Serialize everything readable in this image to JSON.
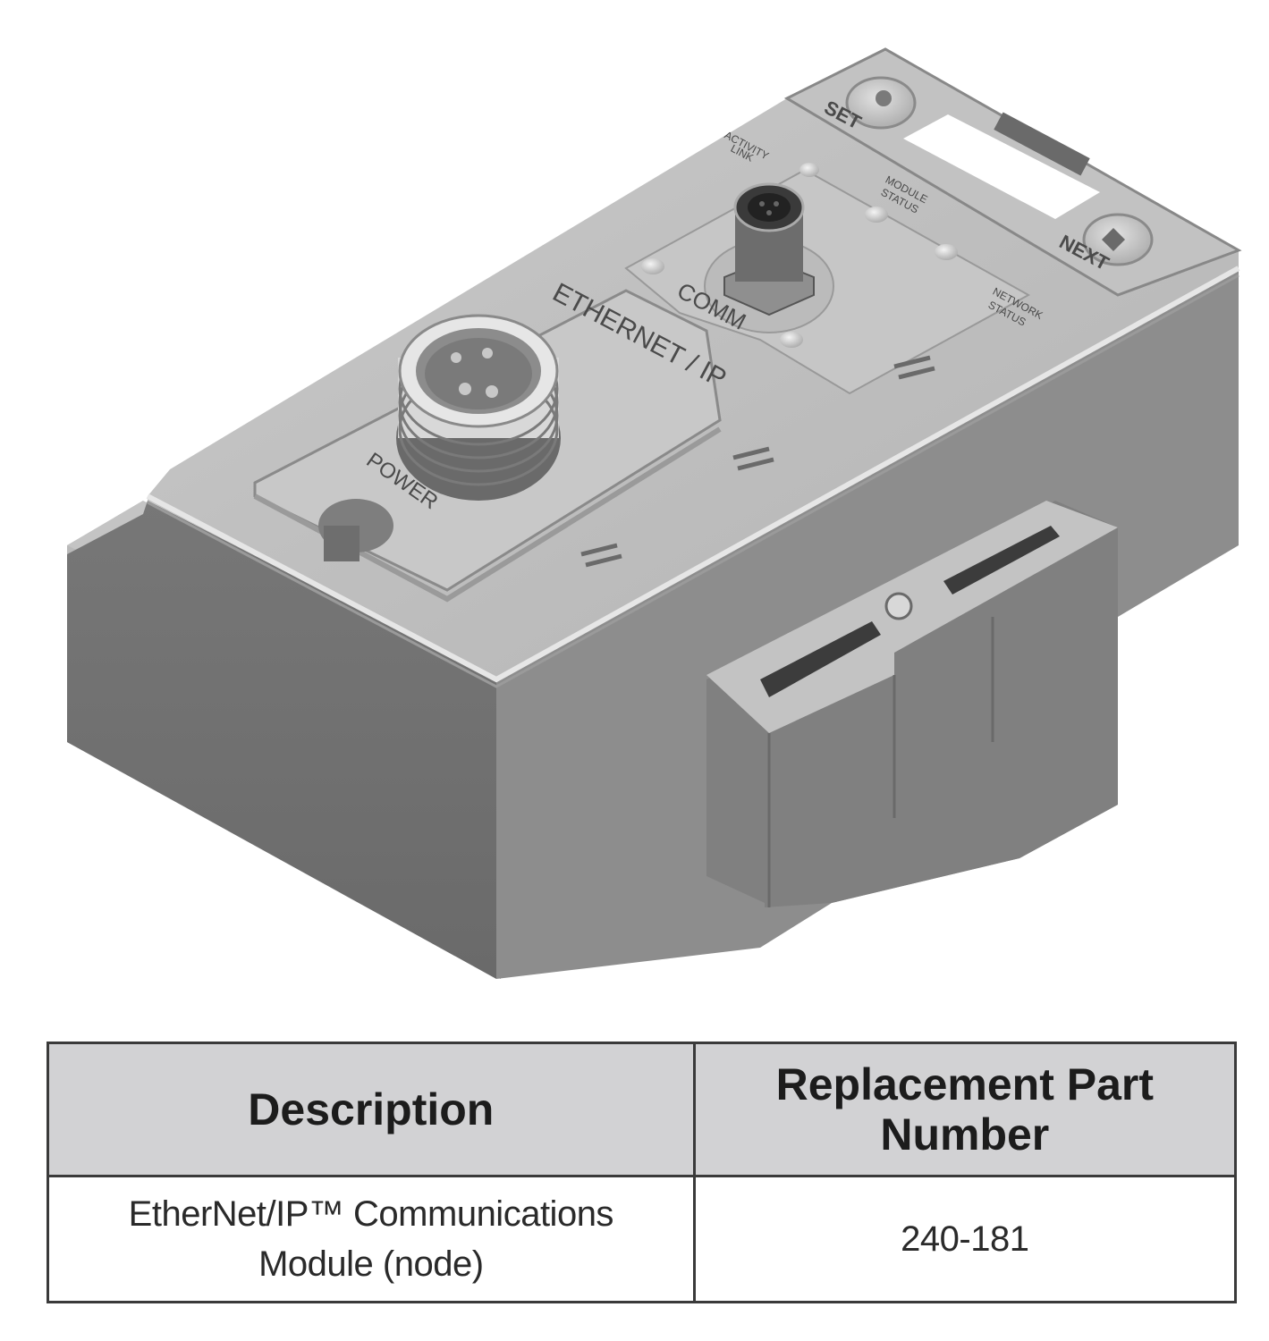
{
  "figure": {
    "subject": "EtherNet/IP communications module (isometric product illustration)",
    "device_labels": {
      "set_button": "SET",
      "next_button": "NEXT",
      "activity_link": [
        "ACTIVITY",
        "LINK"
      ],
      "module_status": [
        "MODULE",
        "STATUS"
      ],
      "network_status": [
        "NETWORK",
        "STATUS"
      ],
      "comm": "COMM",
      "ethernet_ip": "ETHERNET / IP",
      "power": "POWER"
    },
    "colors": {
      "top_face": "#bdbdbd",
      "front_face": "#6e6e6e",
      "side_face": "#8c8c8c",
      "panel": "#c8c8c8"
    }
  },
  "table": {
    "headers": [
      "Description",
      "Replacement Part Number"
    ],
    "header_lines": [
      [
        "Description"
      ],
      [
        "Replacement Part",
        "Number"
      ]
    ],
    "rows": [
      {
        "description": "EtherNet/IP™  Communications Module (node)",
        "description_lines": [
          "EtherNet/IP™  Communications",
          "Module (node)"
        ],
        "part_number": "240-181"
      }
    ]
  }
}
